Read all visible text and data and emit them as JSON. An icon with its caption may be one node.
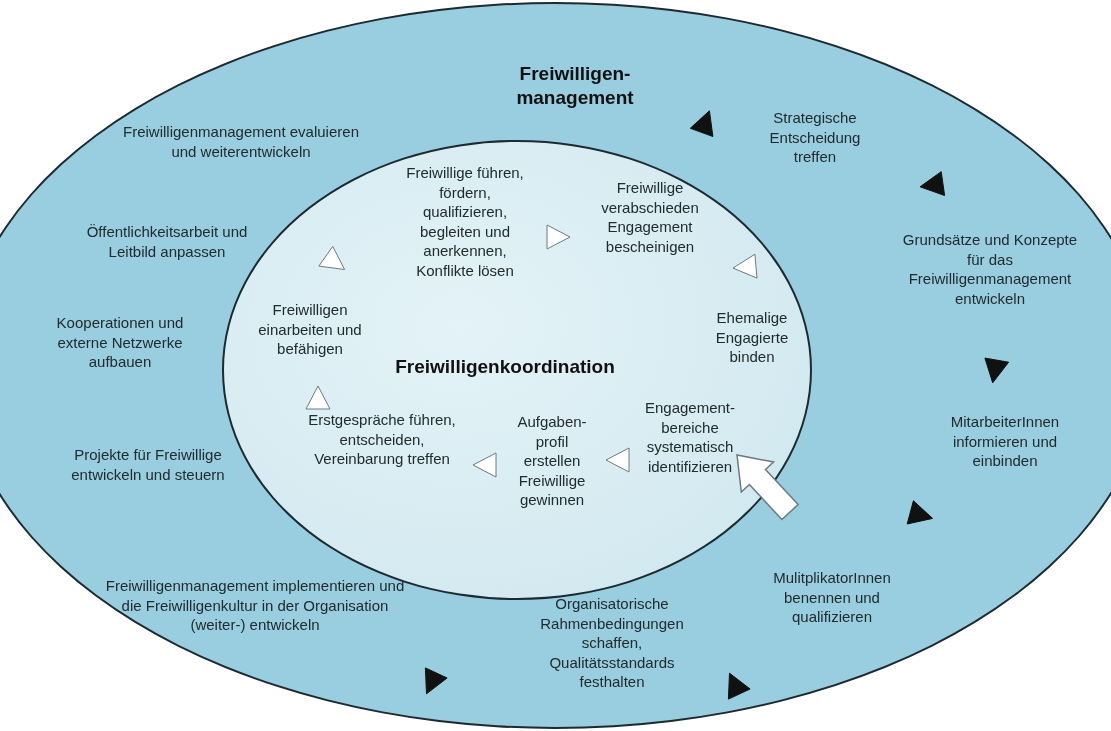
{
  "diagram": {
    "nodes": [
      {
        "text": [
          "Freiwilligen-management"
        ]
      },
      {
        "text": [
          "Freiwilligenmanagement evaluieren und weiterentwickeln"
        ],
        "in": 0
      },
      {
        "text": [
          "Strategische Entscheidung treffen"
        ],
        "in": 0
      },
      {
        "text": [
          "Öffentlichkeitsarbeit und Leitbild anpassen"
        ],
        "in": 0
      },
      {
        "text": [
          "Grundsätze und Konzepte für das Freiwilligenmanagement entwickeln"
        ],
        "in": 0
      },
      {
        "text": [
          "Kooperationen und externe Netzwerke aufbauen"
        ],
        "in": 0
      },
      {
        "text": [
          "MitarbeiterInnen informieren und einbinden"
        ],
        "in": 0
      },
      {
        "text": [
          "Projekte für Freiwillige entwickeln und steuern"
        ],
        "in": 0
      },
      {
        "text": [
          "MulitplikatorInnen benennen und qualifizieren"
        ],
        "in": 0
      },
      {
        "text": [
          "Freiwilligenmanagement implementieren und die Freiwilligenkultur in der Organisation (weiter-) entwickeln"
        ],
        "in": 0
      },
      {
        "text": [
          "Organisatorische Rahmenbedingungen schaffen, Qualitätsstandards festhalten"
        ],
        "in": 0
      },
      {
        "text": [
          "Freiwilligenkoordination"
        ],
        "in": 0
      },
      {
        "text": [
          "Freiwillige führen, fördern, qualifizieren, begleiten und anerkennen, Konflikte lösen"
        ],
        "in": 11
      },
      {
        "text": [
          "Freiwillige verabschieden Engagement bescheinigen"
        ],
        "in": 11
      },
      {
        "text": [
          "Freiwilligen einarbeiten und befähigen"
        ],
        "in": 11
      },
      {
        "text": [
          "Ehemalige Engagierte binden"
        ],
        "in": 11
      },
      {
        "text": [
          "Erstgespräche führen, entscheiden, Vereinbarung treffen"
        ],
        "in": 11
      },
      {
        "text": [
          "Aufgaben-profil erstellen Freiwillige gewinnen"
        ],
        "in": 11
      },
      {
        "text": [
          "Engagement-bereiche systematisch identifizieren"
        ],
        "in": 11
      }
    ],
    "edges": [
      {
        "from": null,
        "to": 18,
        "arrow": "to",
        "style": "thick"
      },
      {
        "from": 18,
        "to": 17,
        "arrow": "to"
      },
      {
        "from": 17,
        "to": 16,
        "arrow": "to"
      },
      {
        "from": 16,
        "to": 14,
        "arrow": "to"
      },
      {
        "from": 12,
        "to": 13,
        "arrow": "to"
      }
    ]
  }
}
